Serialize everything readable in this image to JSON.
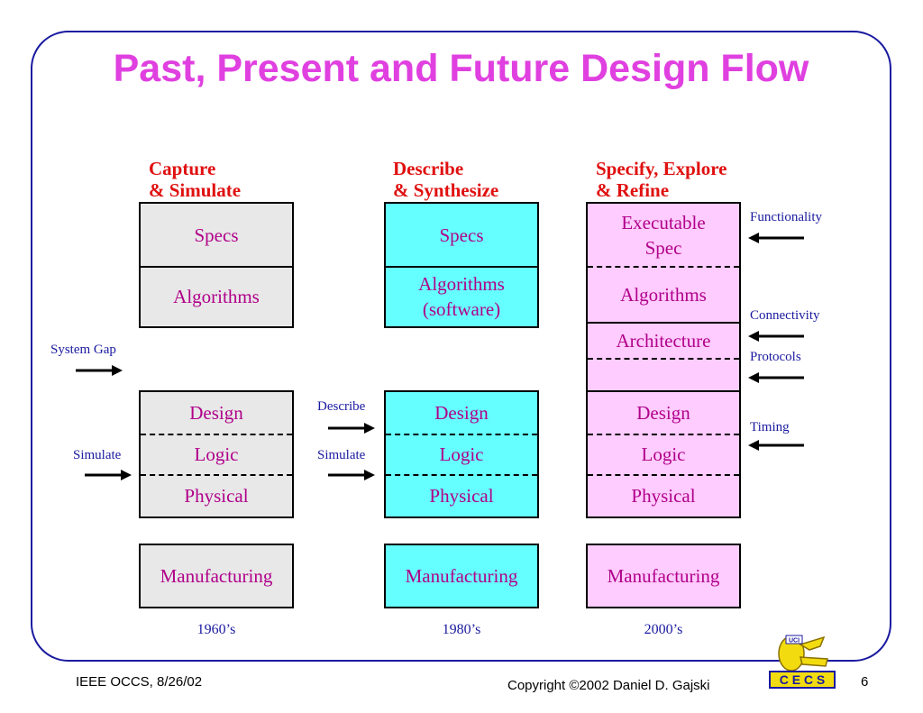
{
  "title": "Past, Present and Future Design Flow",
  "columns": [
    {
      "heading": [
        "Capture",
        "& Simulate"
      ],
      "specs": "Specs",
      "algorithms": "Algorithms",
      "design": "Design",
      "logic": "Logic",
      "physical": "Physical",
      "manufacturing": "Manufacturing",
      "era": "1960’s"
    },
    {
      "heading": [
        "Describe",
        "& Synthesize"
      ],
      "specs": "Specs",
      "algorithms": [
        "Algorithms",
        "(software)"
      ],
      "design": "Design",
      "logic": "Logic",
      "physical": "Physical",
      "manufacturing": "Manufacturing",
      "era": "1980’s"
    },
    {
      "heading": [
        "Specify, Explore",
        "& Refine"
      ],
      "specs": [
        "Executable",
        "Spec"
      ],
      "algorithms": "Algorithms",
      "architecture": "Architecture",
      "design": "Design",
      "logic": "Logic",
      "physical": "Physical",
      "manufacturing": "Manufacturing",
      "era": "2000’s"
    }
  ],
  "side_labels": {
    "system_gap": "System Gap",
    "simulate_left": "Simulate",
    "describe": "Describe",
    "simulate_mid": "Simulate",
    "functionality": "Functionality",
    "connectivity": "Connectivity",
    "protocols": "Protocols",
    "timing": "Timing"
  },
  "footer": {
    "left": "IEEE OCCS, 8/26/02",
    "copyright": "Copyright ©2002 Daniel D. Gajski",
    "page": "6",
    "logo_text": "C E C S",
    "logo_small": "UCI"
  },
  "colors": {
    "title": "#e040e0",
    "heading": "#e01010",
    "label": "#1a1aa0",
    "cell_text": "#b0008a",
    "col1_fill": "#e8e8e8",
    "col2_fill": "#66ffff",
    "col3_fill": "#ffccff"
  }
}
